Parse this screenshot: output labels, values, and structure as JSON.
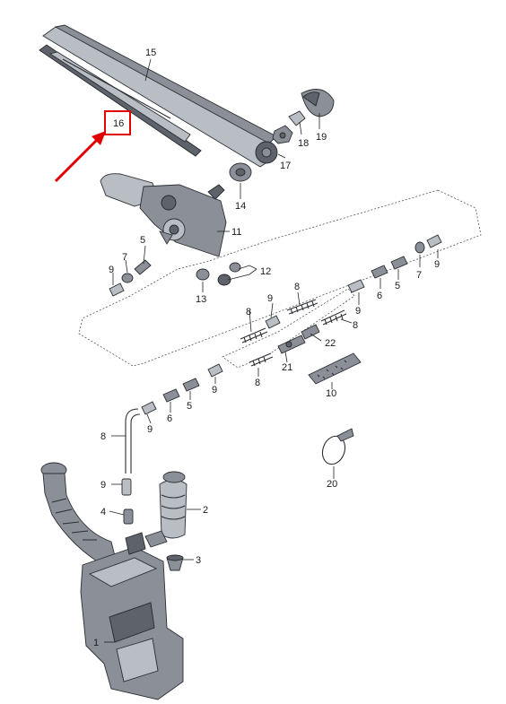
{
  "diagram": {
    "callouts": {
      "c1": "1",
      "c2": "2",
      "c3": "3",
      "c4": "4",
      "c5a": "5",
      "c5b": "5",
      "c5c": "5",
      "c6a": "6",
      "c6b": "6",
      "c7a": "7",
      "c7b": "7",
      "c8a": "8",
      "c8b": "8",
      "c8c": "8",
      "c8d": "8",
      "c8e": "8",
      "c9a": "9",
      "c9b": "9",
      "c9c": "9",
      "c9d": "9",
      "c9e": "9",
      "c9f": "9",
      "c9g": "9",
      "c10": "10",
      "c11": "11",
      "c12": "12",
      "c13": "13",
      "c14": "14",
      "c15": "15",
      "c16": "16",
      "c17": "17",
      "c18": "18",
      "c19": "19",
      "c20": "20",
      "c21": "21",
      "c22": "22"
    },
    "highlight": {
      "part": "16",
      "color": "#e00000"
    }
  }
}
